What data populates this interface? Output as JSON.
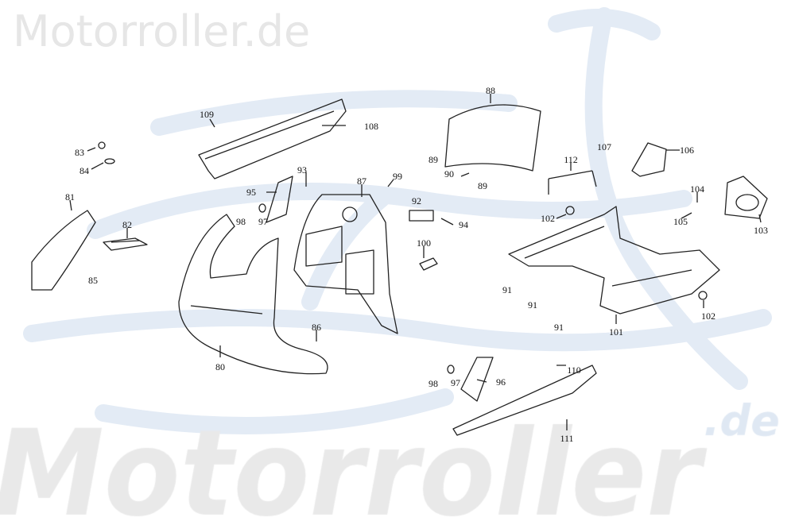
{
  "watermark": {
    "top": "Motorroller.de",
    "bottom": "Motorroller",
    "bottom_suffix": ".de",
    "swoosh_color": "#dfe8f3"
  },
  "diagram": {
    "line_color": "#222222",
    "part_labels": [
      "109",
      "108",
      "83",
      "84",
      "81",
      "82",
      "85",
      "95",
      "98",
      "97",
      "93",
      "87",
      "99",
      "92",
      "94",
      "100",
      "88",
      "89",
      "89",
      "90",
      "112",
      "107",
      "106",
      "104",
      "105",
      "103",
      "102",
      "102",
      "91",
      "91",
      "91",
      "101",
      "86",
      "80",
      "98",
      "97",
      "96",
      "110",
      "111"
    ]
  }
}
